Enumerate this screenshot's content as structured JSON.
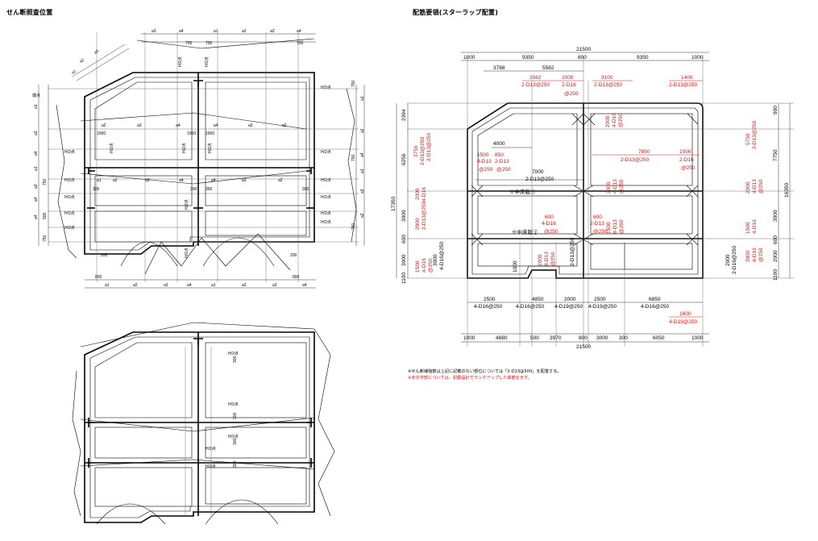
{
  "left_title": "せん断照査位置",
  "right_title": "配筋要領(スターラップ配置)",
  "notes": {
    "black": "※せん断補強筋は上記に記載のない部位については「2-D13@500」を配置する。",
    "red": "※赤文字部については、耐震設計でランクアップした鉄筋を示す。"
  },
  "left_top": {
    "lbl_a1": "a1",
    "lbl_a2": "a2",
    "lbl_a3": "a3",
    "lbl_a4": "a4",
    "lbl_h2": "H/2点",
    "lbl_end": "端点",
    "d700": "700",
    "d1000": "1000",
    "d800": "800",
    "d300": "300",
    "d750": "750",
    "d500": "500",
    "d200": "200"
  },
  "left_bottom": {
    "lbl_h2": "H/2点",
    "d300": "300"
  },
  "right": {
    "total": "21500",
    "top_dims": [
      "1000",
      "9350",
      "800",
      "9350",
      "1000"
    ],
    "d3788": "3788",
    "d5562": "5562",
    "r_3562": "3562",
    "r_2000": "2000",
    "r_2d13_250": "2-D13@250",
    "r_2d16": "2-D16",
    "r_at250": "@250",
    "r_3100": "3100",
    "r_1400": "1400",
    "d4000": "4000",
    "d7000": "7000",
    "r_7850": "7850",
    "r_1500": "1500",
    "r_850": "850",
    "r_4d13": "4-D13",
    "r_2d13": "2-D13",
    "r_2d16b": "2-D16",
    "slab1": "※中床版①",
    "slab2": "※中床版②",
    "r_600": "600",
    "r_4d16": "4-D16",
    "r_4d19_250": "4-D19@250",
    "r_1600": "1600",
    "left_dims": [
      "2394",
      "6256",
      "17350",
      "3000",
      "600",
      "3000",
      "1100"
    ],
    "right_dims": [
      "900",
      "7750",
      "16350",
      "3000",
      "600",
      "2000",
      "1100"
    ],
    "r_5750": "5750",
    "r_3756": "3756",
    "bot1": [
      "2500",
      "4850",
      "2000",
      "2500",
      "6850"
    ],
    "bot1_labels": [
      "4-D16@250",
      "4-D16@250",
      "4-D19@250",
      "4-D19@250",
      "4-D16@250"
    ],
    "bot2": [
      "1000",
      "4880",
      "500",
      "3970",
      "800",
      "3000",
      "300",
      "6050",
      "1000"
    ],
    "d2000": "2000",
    "d1000": "1000",
    "lbl_2d16_250": "2-D16@250",
    "lbl_4d16_250": "4-D16@250",
    "lbl_2d13_250": "2-D13@250",
    "lbl_8d13": "8-D13"
  }
}
